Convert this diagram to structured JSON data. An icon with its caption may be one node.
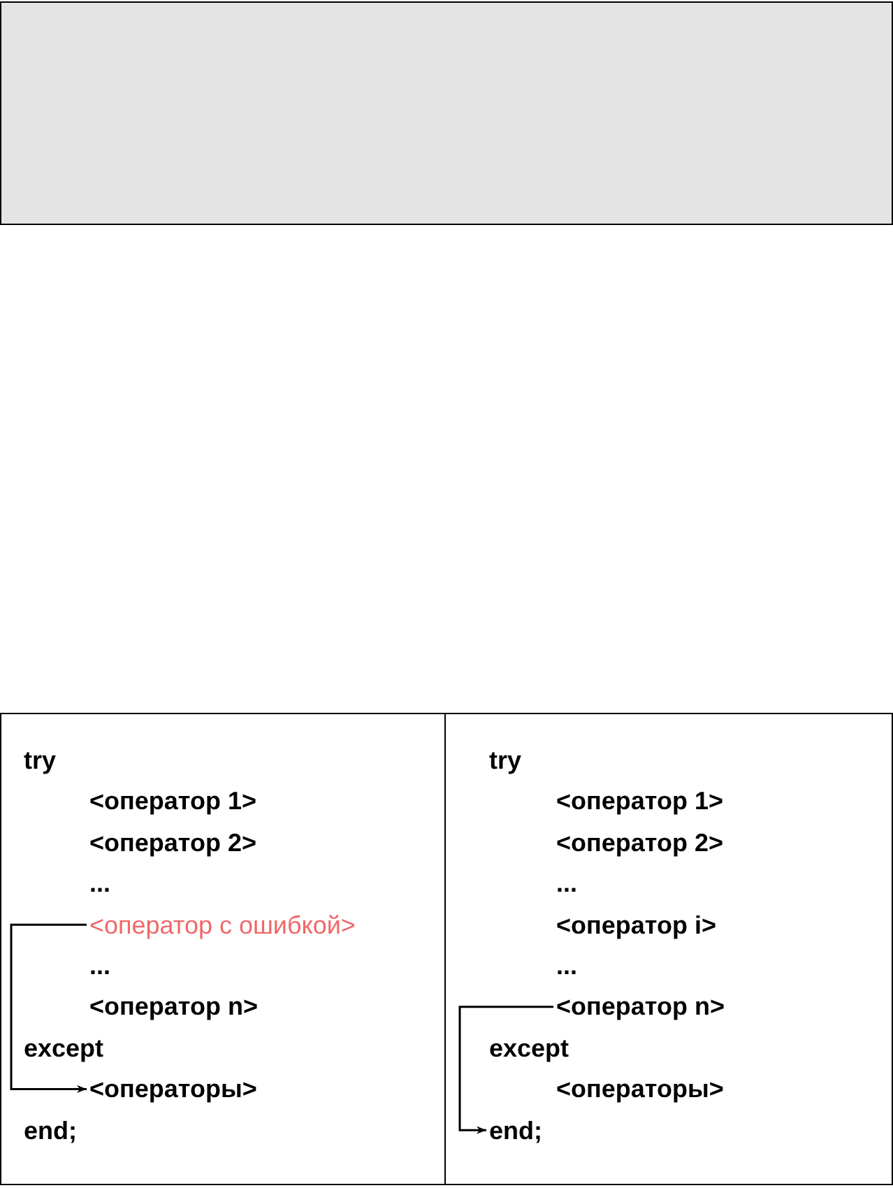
{
  "diagram": {
    "nodes": [
      {
        "text": [],
        "shape": "box"
      },
      {
        "text": [],
        "shape": "box"
      },
      {
        "text": [
          "try"
        ],
        "in": 1
      },
      {
        "text": [
          "<оператор 1>"
        ],
        "in": 1
      },
      {
        "text": [
          "<оператор 2>"
        ],
        "in": 1
      },
      {
        "text": [
          "..."
        ],
        "in": 1
      },
      {
        "text": [
          "<оператор с ошибкой>"
        ],
        "in": 1
      },
      {
        "text": [
          "..."
        ],
        "in": 1
      },
      {
        "text": [
          "<оператор n>"
        ],
        "in": 1
      },
      {
        "text": [
          "except"
        ],
        "in": 1
      },
      {
        "text": [
          "<операторы>"
        ],
        "in": 1
      },
      {
        "text": [
          "end;"
        ],
        "in": 1
      },
      {
        "text": [],
        "shape": "box"
      },
      {
        "text": [
          "try"
        ],
        "in": 12
      },
      {
        "text": [
          "<оператор 1>"
        ],
        "in": 12
      },
      {
        "text": [
          "<оператор 2>"
        ],
        "in": 12
      },
      {
        "text": [
          "..."
        ],
        "in": 12
      },
      {
        "text": [
          "<оператор i>"
        ],
        "in": 12
      },
      {
        "text": [
          "..."
        ],
        "in": 12
      },
      {
        "text": [
          "<оператор n>"
        ],
        "in": 12
      },
      {
        "text": [
          "except"
        ],
        "in": 12
      },
      {
        "text": [
          "<операторы>"
        ],
        "in": 12
      },
      {
        "text": [
          "end;"
        ],
        "in": 12
      }
    ],
    "edges": [
      {
        "from": 6,
        "to": 10,
        "arrow": "to"
      },
      {
        "from": 19,
        "to": 22,
        "arrow": "to"
      }
    ]
  }
}
